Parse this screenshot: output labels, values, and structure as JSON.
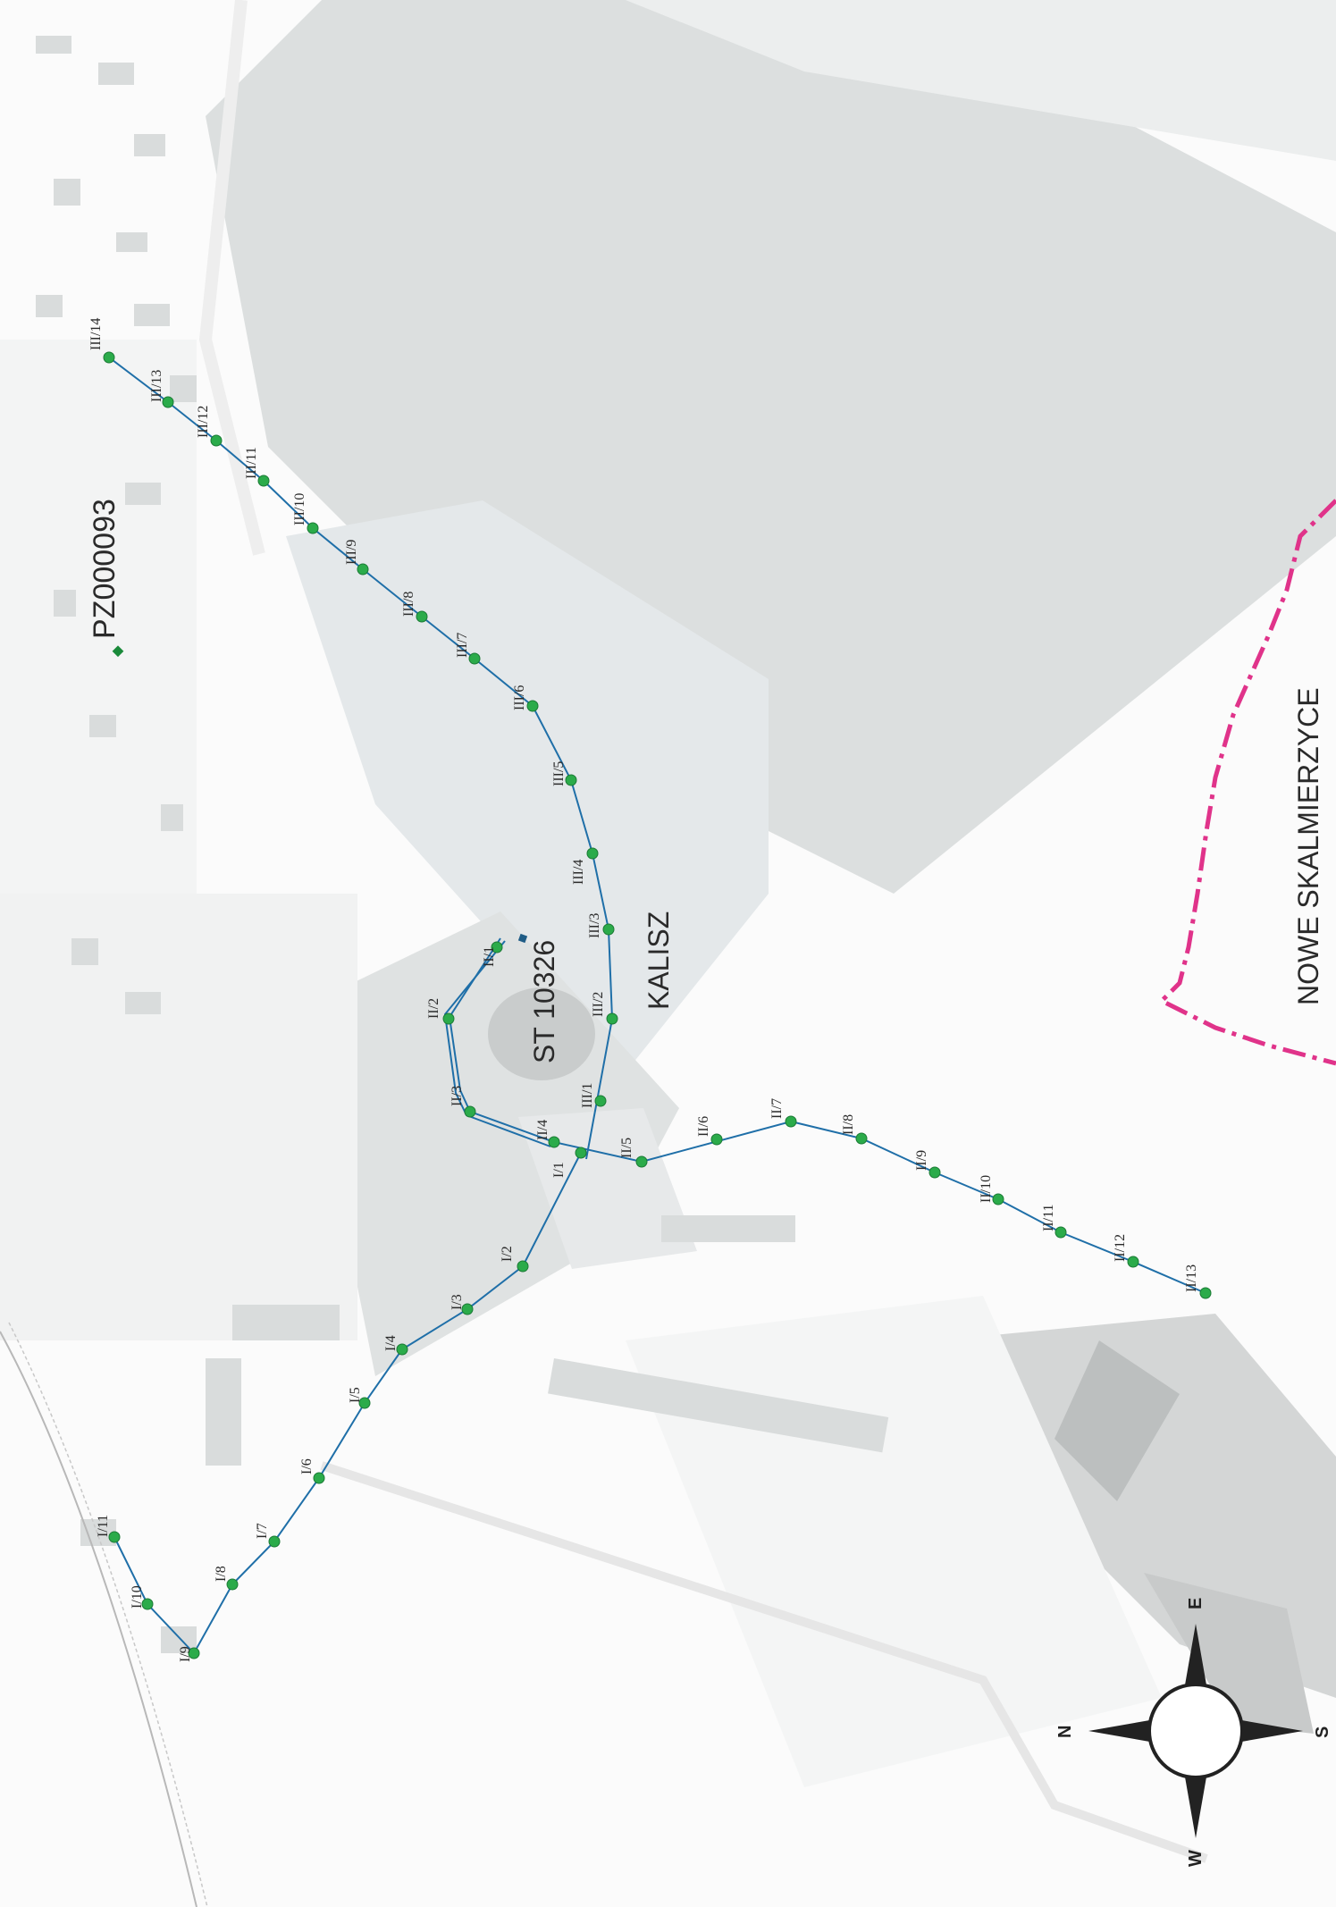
{
  "labels": {
    "pz": "PZ000093",
    "station": "ST 10326",
    "city": "KALISZ",
    "boundary": "NOWE SKALMIERZYCE"
  },
  "compass": {
    "n": "N",
    "e": "E",
    "s": "S",
    "w": "W"
  },
  "colors": {
    "line": "#1f6fa8",
    "point": "#2bab4a",
    "boundary": "#e0338a",
    "pz_marker": "#1a8a3a"
  },
  "line_I": [
    "I/1",
    "I/2",
    "I/3",
    "I/4",
    "I/5",
    "I/6",
    "I/7",
    "I/8",
    "I/9",
    "I/10",
    "I/11"
  ],
  "line_II": [
    "II/1",
    "II/2",
    "II/3",
    "II/4",
    "II/5",
    "II/6",
    "II/7",
    "II/8",
    "II/9",
    "II/10",
    "II/11",
    "II/12",
    "II/13"
  ],
  "line_III": [
    "III/1",
    "III/2",
    "III/3",
    "III/4",
    "III/5",
    "III/6",
    "III/7",
    "III/8",
    "III/9",
    "III/10",
    "III/11",
    "III/12",
    "III/13",
    "III/14"
  ]
}
